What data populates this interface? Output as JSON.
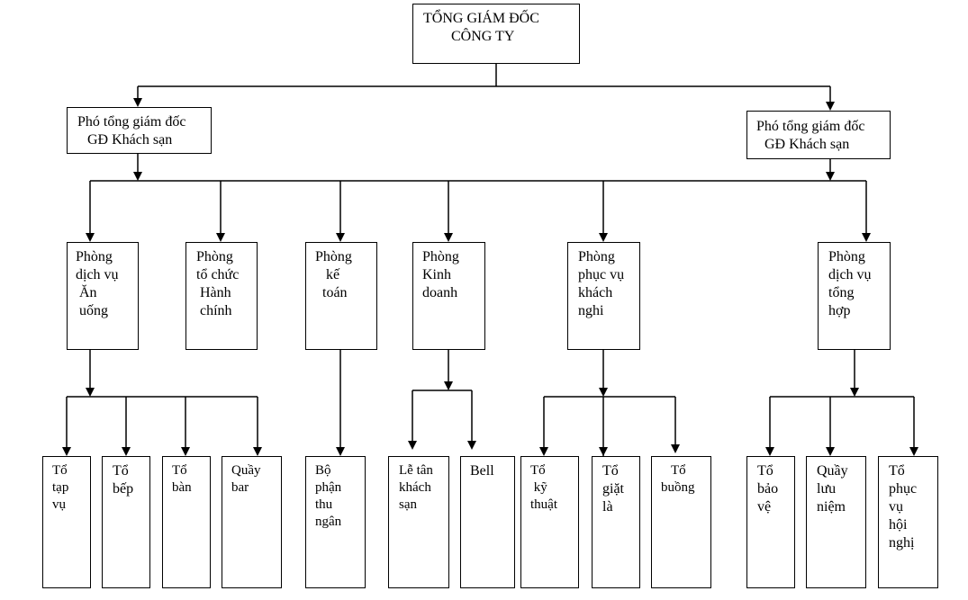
{
  "diagram": {
    "ceo": {
      "lines": [
        "TỔNG GIÁM ĐỐC",
        "CÔNG TY"
      ]
    },
    "vice_left": {
      "lines": [
        "Phó tổng giám đốc",
        "GĐ Khách sạn"
      ]
    },
    "vice_right": {
      "lines": [
        "Phó tổng giám đốc",
        "GĐ Khách sạn"
      ]
    },
    "departments": [
      {
        "id": "an-uong",
        "lines": [
          "Phòng",
          "dịch vụ",
          " Ăn",
          " uống"
        ]
      },
      {
        "id": "hanh-chinh",
        "lines": [
          "Phòng",
          "tổ chức",
          " Hành",
          " chính"
        ]
      },
      {
        "id": "ke-toan",
        "lines": [
          "Phòng",
          "   kế",
          "  toán"
        ]
      },
      {
        "id": "kinh-doanh",
        "lines": [
          "Phòng",
          "Kinh",
          "doanh"
        ]
      },
      {
        "id": "phuc-vu-khach",
        "lines": [
          "Phòng",
          "phục vụ",
          "khách",
          "nghi"
        ]
      },
      {
        "id": "dich-vu-tong-hop",
        "lines": [
          "Phòng",
          "dịch vụ",
          "tổng",
          "hợp"
        ]
      }
    ],
    "units": [
      {
        "id": "tap-vu",
        "lines": [
          "Tổ",
          "tạp",
          "vụ"
        ]
      },
      {
        "id": "bep",
        "lines": [
          "Tổ",
          "bếp"
        ]
      },
      {
        "id": "ban",
        "lines": [
          "Tổ",
          "bàn"
        ]
      },
      {
        "id": "quay-bar",
        "lines": [
          "Quầy",
          "bar"
        ]
      },
      {
        "id": "thu-ngan",
        "lines": [
          "Bộ",
          "phận",
          "thu",
          "ngân"
        ]
      },
      {
        "id": "le-tan",
        "lines": [
          "Lễ tân",
          "khách",
          "sạn"
        ]
      },
      {
        "id": "bell",
        "lines": [
          "Bell"
        ]
      },
      {
        "id": "ky-thuat",
        "lines": [
          "Tổ",
          " kỹ",
          "thuật"
        ]
      },
      {
        "id": "giat-la",
        "lines": [
          "Tổ",
          "giặt",
          "là"
        ]
      },
      {
        "id": "buong",
        "lines": [
          "   Tổ",
          "buồng"
        ]
      },
      {
        "id": "bao-ve",
        "lines": [
          "Tổ",
          "bảo",
          "vệ"
        ]
      },
      {
        "id": "luu-niem",
        "lines": [
          "Quầy",
          "lưu",
          "niệm"
        ]
      },
      {
        "id": "hoi-nghi",
        "lines": [
          "Tổ",
          "phục",
          "vụ",
          "hội",
          "nghị"
        ]
      }
    ]
  }
}
